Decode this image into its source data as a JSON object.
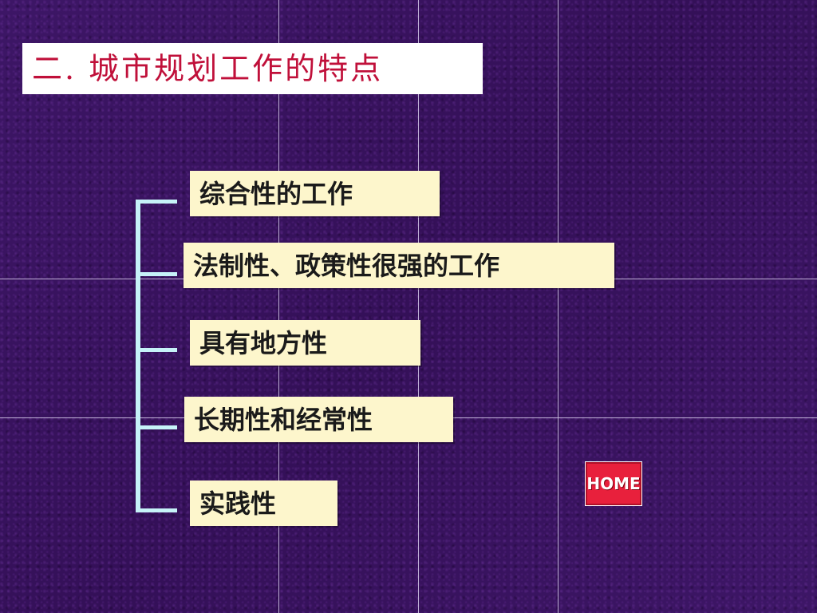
{
  "slide": {
    "title": "二. 城市规划工作的特点",
    "items": [
      {
        "label": "综合性的工作"
      },
      {
        "label": "法制性、政策性很强的工作"
      },
      {
        "label": "具有地方性"
      },
      {
        "label": "长期性和经常性"
      },
      {
        "label": "实践性"
      }
    ],
    "home_button": {
      "label": "HOME"
    }
  },
  "colors": {
    "background": "#3a1460",
    "title_text": "#c0103a",
    "title_box": "#ffffff",
    "item_box": "#fdf6cc",
    "bracket": "#c6f2f8",
    "home_button": "#e8203c"
  }
}
